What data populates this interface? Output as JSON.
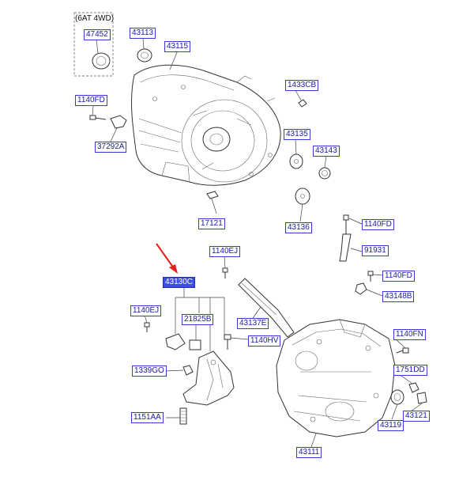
{
  "note": "(6AT 4WD)",
  "labels": {
    "p47452": "47452",
    "p43113": "43113",
    "p43115": "43115",
    "p1433CB": "1433CB",
    "p1140FD_a": "1140FD",
    "p37292A": "37292A",
    "p43135": "43135",
    "p43143": "43143",
    "p17121": "17121",
    "p43136": "43136",
    "p1140FD_b": "1140FD",
    "p91931": "91931",
    "p1140EJ_a": "1140EJ",
    "p43130C": "43130C",
    "p1140FD_c": "1140FD",
    "p43148B": "43148B",
    "p1140EJ_b": "1140EJ",
    "p21825B": "21825B",
    "p43137E": "43137E",
    "p1140HV": "1140HV",
    "p1140FN": "1140FN",
    "p1339GO": "1339GO",
    "p1751DD": "1751DD",
    "p1151AA": "1151AA",
    "p43121": "43121",
    "p43119": "43119",
    "p43111": "43111"
  },
  "colors": {
    "label_border": "#3a3ad8",
    "label_text": "#1a1aa8",
    "highlight": "#3d4ee0",
    "arrow": "#e02020"
  }
}
